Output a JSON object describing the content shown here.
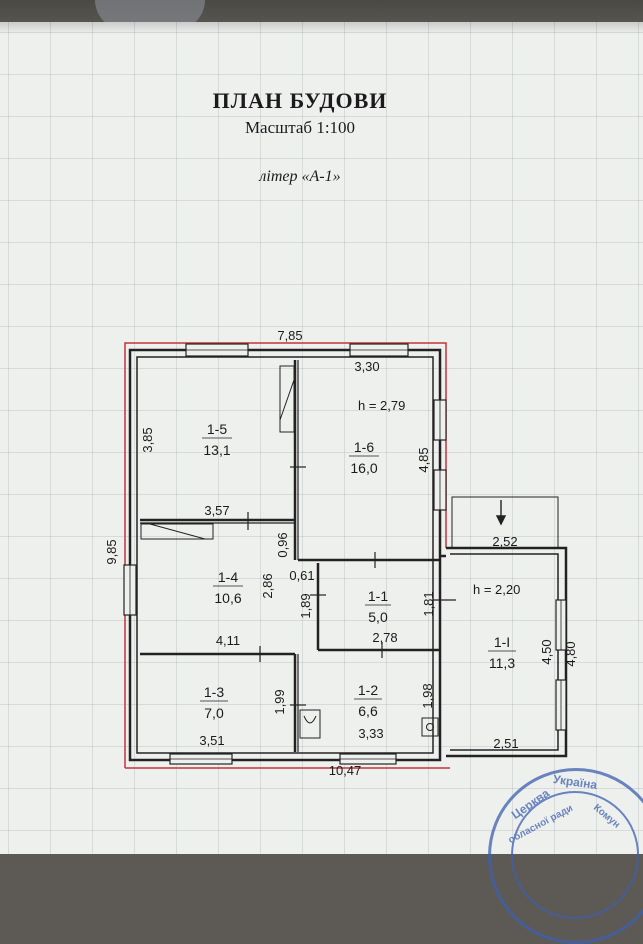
{
  "header": {
    "title": "ПЛАН БУДОВИ",
    "scale": "Масштаб 1:100",
    "liter": "літер «А-1»"
  },
  "dimensions": {
    "top_total": "7,85",
    "top_inner": "3,30",
    "height_note_main": "h = 2,79",
    "left_upper": "3,85",
    "left_total": "9,85",
    "right_upper": "4,85",
    "mid_357": "3,57",
    "mid_096": "0,96",
    "mid_061": "0,61",
    "mid_286": "2,86",
    "mid_189": "1,89",
    "mid_181": "1,81",
    "mid_411": "4,11",
    "mid_278": "2,78",
    "mid_199": "1,99",
    "mid_198": "1,98",
    "bot_351": "3,51",
    "bot_333": "3,33",
    "bottom_total": "10,47",
    "ext_252": "2,52",
    "height_note_ext": "h = 2,20",
    "ext_450": "4,50",
    "ext_480": "4,80",
    "ext_251": "2,51"
  },
  "rooms": [
    {
      "id": "1-5",
      "area": "13,1"
    },
    {
      "id": "1-6",
      "area": "16,0"
    },
    {
      "id": "1-4",
      "area": "10,6"
    },
    {
      "id": "1-1",
      "area": "5,0"
    },
    {
      "id": "1-І",
      "area": "11,3"
    },
    {
      "id": "1-3",
      "area": "7,0"
    },
    {
      "id": "1-2",
      "area": "6,6"
    }
  ],
  "stamp": {
    "text1": "Церква",
    "text2": "Україна",
    "text3": "обласної ради",
    "text4": "Комун"
  },
  "colors": {
    "wall": "#222222",
    "red_outline": "#c0353a",
    "stamp": "#3d5fb0"
  }
}
